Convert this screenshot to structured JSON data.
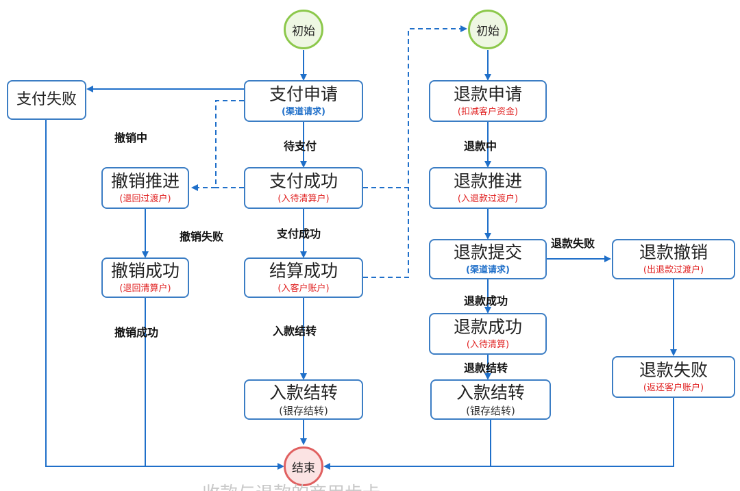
{
  "nodes": {
    "start_pay": "初始",
    "start_refund": "初始",
    "end": "结束",
    "pay_fail": "支付失败",
    "pay_apply": {
      "title": "支付申请",
      "sub": "(渠道请求)"
    },
    "pay_success": {
      "title": "支付成功",
      "sub": "(入待清算户)"
    },
    "settle_success": {
      "title": "结算成功",
      "sub": "(入客户账户)"
    },
    "deposit_transfer_pay": {
      "title": "入款结转",
      "sub": "(银存结转)"
    },
    "cancel_advance": {
      "title": "撤销推进",
      "sub": "(退回过渡户)"
    },
    "cancel_success": {
      "title": "撤销成功",
      "sub": "(退回清算户)"
    },
    "refund_apply": {
      "title": "退款申请",
      "sub": "(扣减客户资金)"
    },
    "refund_advance": {
      "title": "退款推进",
      "sub": "(入退款过渡户)"
    },
    "refund_submit": {
      "title": "退款提交",
      "sub": "(渠道请求)"
    },
    "refund_success": {
      "title": "退款成功",
      "sub": "(入待清算)"
    },
    "deposit_transfer_refund": {
      "title": "入款结转",
      "sub": "(银存结转)"
    },
    "refund_cancel": {
      "title": "退款撤销",
      "sub": "(出退款过渡户)"
    },
    "refund_fail": {
      "title": "退款失败",
      "sub": "(返还客户账户)"
    }
  },
  "edge_labels": {
    "cancelling": "撤销中",
    "cancel_failed": "撤销失败",
    "cancel_succeeded": "撤销成功",
    "awaiting_payment": "待支付",
    "payment_succeeded": "支付成功",
    "deposit_transfer": "入款结转",
    "refunding": "退款中",
    "refund_failed": "退款失败",
    "refund_succeeded": "退款成功",
    "refund_transfer": "退款结转"
  },
  "watermark": "收款与退款的商用步卡",
  "colors": {
    "line": "#1f6fc9",
    "box_border": "#3b7dc4",
    "start": "#8cc84b",
    "end": "#e06060",
    "sub_red": "#e02020",
    "sub_blue": "#1f6fc9"
  }
}
